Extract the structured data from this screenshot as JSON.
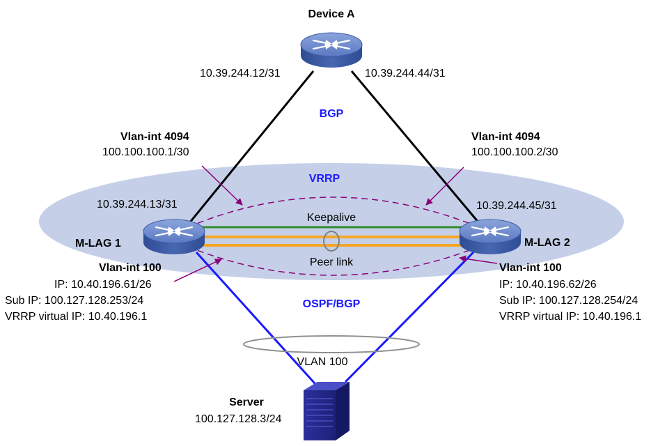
{
  "device_a": {
    "title": "Device A",
    "ip_left": "10.39.244.12/31",
    "ip_right": "10.39.244.44/31"
  },
  "protocols": {
    "bgp": "BGP",
    "vrrp": "VRRP",
    "ospf_bgp": "OSPF/BGP"
  },
  "mlag1": {
    "name": "M-LAG 1",
    "uplink_ip": "10.39.244.13/31",
    "vlanint4094_title": "Vlan-int 4094",
    "vlanint4094_ip": "100.100.100.1/30",
    "vlanint100_title": "Vlan-int 100",
    "ip": "IP: 10.40.196.61/26",
    "sub_ip": "Sub IP: 100.127.128.253/24",
    "vrrp_vip": "VRRP virtual IP: 10.40.196.1"
  },
  "mlag2": {
    "name": "M-LAG 2",
    "uplink_ip": "10.39.244.45/31",
    "vlanint4094_title": "Vlan-int 4094",
    "vlanint4094_ip": "100.100.100.2/30",
    "vlanint100_title": "Vlan-int 100",
    "ip": "IP: 10.40.196.62/26",
    "sub_ip": "Sub IP: 100.127.128.254/24",
    "vrrp_vip": "VRRP virtual IP: 10.40.196.1"
  },
  "links": {
    "keepalive": "Keepalive",
    "peer_link": "Peer link",
    "vlan100": "VLAN 100"
  },
  "server": {
    "title": "Server",
    "ip": "100.127.128.3/24"
  },
  "colors": {
    "ellipse": "#c5d0e8",
    "keepalive": "#2e8b2e",
    "peer": "#f5a623",
    "arrow": "#8b007a",
    "server_link": "#1a1aff",
    "router": "#4a6ab5"
  }
}
